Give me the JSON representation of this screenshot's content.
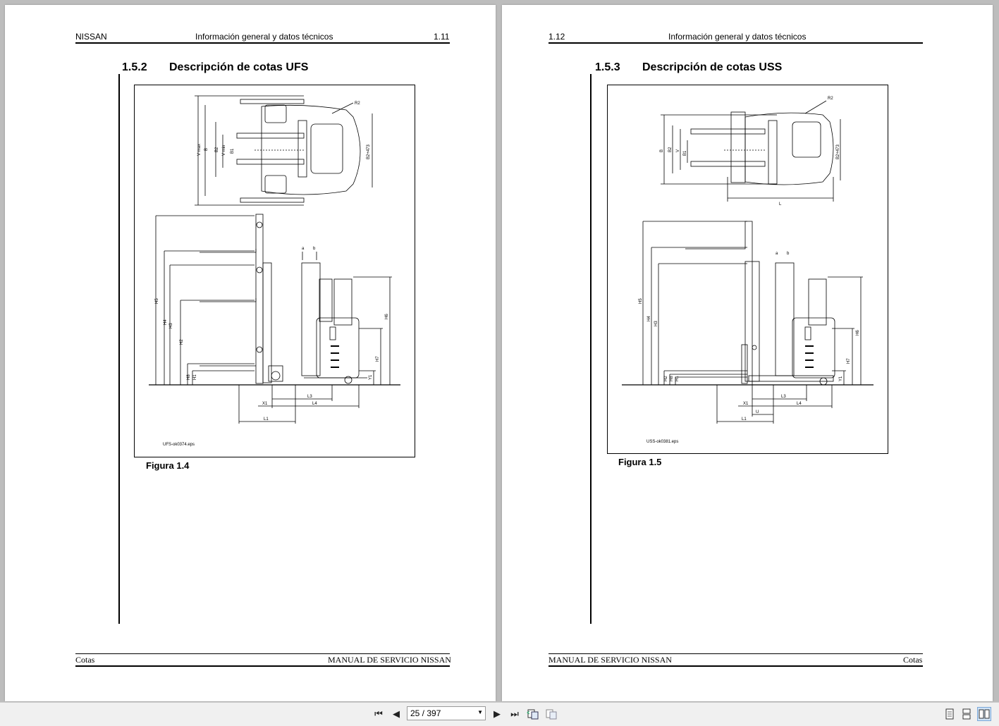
{
  "left_page": {
    "header": {
      "left": "NISSAN",
      "center": "Información general y datos técnicos",
      "right": "1.11"
    },
    "section": {
      "number": "1.5.2",
      "title": "Descripción de cotas UFS"
    },
    "figure": {
      "label": "Figura 1.4",
      "file": "UFS-ok0374.eps",
      "dim_labels": [
        "R2",
        "V max",
        "B",
        "B2",
        "V min",
        "B1",
        "B2+473",
        "a",
        "b",
        "H5",
        "H4",
        "H3",
        "H2",
        "H8",
        "H1",
        "H6",
        "H7",
        "Y1",
        "L3",
        "X1",
        "L4",
        "L1"
      ]
    },
    "footer": {
      "left": "Cotas",
      "right": "MANUAL DE SERVICIO NISSAN"
    }
  },
  "right_page": {
    "header": {
      "left": "1.12",
      "center": "Información general y datos técnicos"
    },
    "section": {
      "number": "1.5.3",
      "title": "Descripción de cotas USS"
    },
    "figure": {
      "label": "Figura 1.5",
      "file": "USS-ok0381.eps",
      "dim_labels": [
        "R2",
        "B",
        "B2",
        "V",
        "B1",
        "B2+473",
        "L",
        "a",
        "b",
        "H5",
        "H4",
        "H3",
        "H6",
        "H7",
        "H2",
        "H8",
        "H1",
        "Y1",
        "L3",
        "X1",
        "U",
        "L4",
        "L1"
      ]
    },
    "footer": {
      "left": "MANUAL DE SERVICIO NISSAN",
      "right": "Cotas"
    }
  },
  "toolbar": {
    "page_current": "25",
    "page_total": "397",
    "page_display": "25 / 397",
    "icons": [
      "first-page-icon",
      "prev-page-icon",
      "next-page-icon",
      "last-page-icon",
      "go-back-icon",
      "go-forward-icon",
      "single-page-view-icon",
      "continuous-view-icon",
      "two-page-view-icon"
    ]
  }
}
